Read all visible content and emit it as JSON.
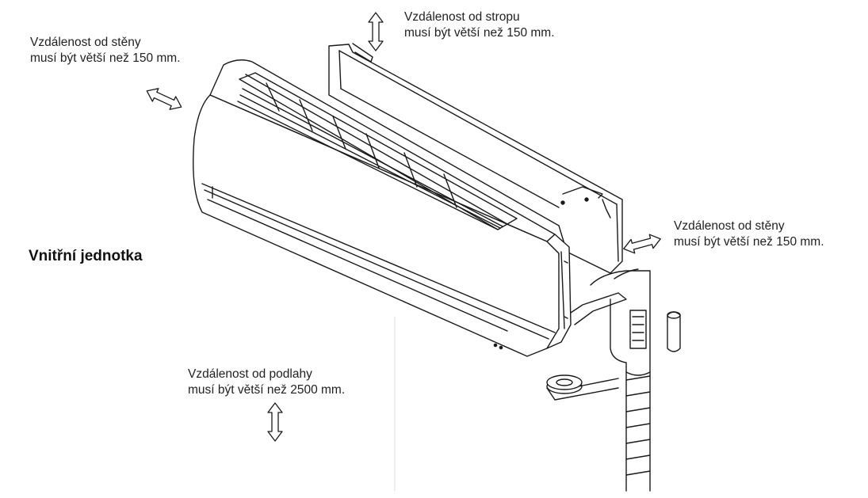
{
  "labels": {
    "wall_left": {
      "line1": "Vzdálenost od stěny",
      "line2": "musí být větší než 150 mm."
    },
    "ceiling": {
      "line1": "Vzdálenost od stropu",
      "line2": "musí být větší než 150 mm."
    },
    "wall_right": {
      "line1": "Vzdálenost od stěny",
      "line2": "musí být větší než 150 mm."
    },
    "floor": {
      "line1": "Vzdálenost od podlahy",
      "line2": "musí být větší než 2500 mm."
    }
  },
  "unit_title": "Vnitřní jednotka",
  "icons": {
    "ceiling_arrow": "double-arrow-vertical-icon",
    "floor_arrow": "double-arrow-vertical-icon",
    "wall_left_arrow": "double-arrow-diagonal-icon",
    "wall_right_arrow": "double-arrow-diagonal-icon"
  },
  "colors": {
    "line": "#1a1a1a",
    "background": "#ffffff"
  }
}
